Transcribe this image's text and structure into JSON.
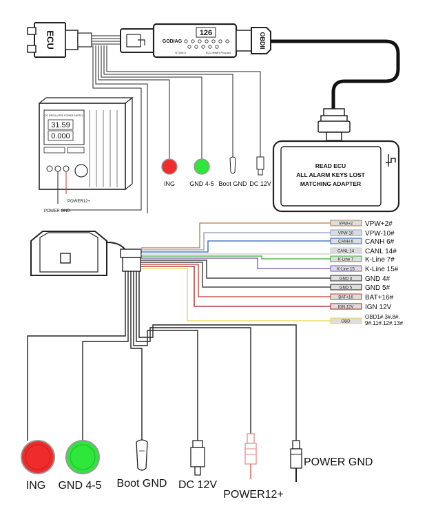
{
  "ecu": {
    "label": "ECU"
  },
  "adapter": {
    "brand": "GODIAG",
    "model": "GT105 II",
    "subtitle": "ECU IMMO Prog AD",
    "display": "126",
    "port_label": "OBDII"
  },
  "tablet": {
    "lines": [
      "READ ECU",
      "ALL ALARM KEYS LOST",
      "MATCHING ADAPTER"
    ]
  },
  "power_supply": {
    "title": "DC REGULATED POWER SUPPLY",
    "voltage": "31.59",
    "current": "0.000",
    "tag_power12": "POWER12+",
    "tag_power_gnd": "POWER GND"
  },
  "top_terminals": [
    {
      "label": "ING",
      "type": "red-light"
    },
    {
      "label": "GND 4-5",
      "type": "green-light"
    },
    {
      "label": "Boot GND",
      "type": "clip"
    },
    {
      "label": "DC 12V",
      "type": "dc-plug"
    }
  ],
  "wire_labels": [
    {
      "tag": "VPW+2",
      "label": "VPW+2#",
      "color": "#b07b4a"
    },
    {
      "tag": "VPW-10",
      "label": "VPW-10#",
      "color": "#8a9ab8"
    },
    {
      "tag": "CANH 6",
      "label": "CANH 6#",
      "color": "#2a62b8"
    },
    {
      "tag": "CANL 14",
      "label": "CANL 14#",
      "color": "#c8c8c8"
    },
    {
      "tag": "K-Line 7",
      "label": "K-Line 7#",
      "color": "#3aa63a"
    },
    {
      "tag": "K-Line 15",
      "label": "K-Line 15#",
      "color": "#7a4fb8"
    },
    {
      "tag": "GND 4",
      "label": "GND 4#",
      "color": "#222222"
    },
    {
      "tag": "GND 5",
      "label": "GND 5#",
      "color": "#222222"
    },
    {
      "tag": "BAT+16",
      "label": "BAT+16#",
      "color": "#c0392b"
    },
    {
      "tag": "IGN 12V",
      "label": "IGN 12V",
      "color": "#a01818"
    },
    {
      "tag": "OBD",
      "label": "OBD1#.3#.8#.",
      "label2": "9#.11#.12#.13#",
      "color": "#e8d44a"
    }
  ],
  "bottom_terminals": [
    {
      "label": "ING"
    },
    {
      "label": "GND 4-5"
    },
    {
      "label": "Boot GND"
    },
    {
      "label": "DC 12V"
    },
    {
      "label": "POWER12+"
    },
    {
      "label": "POWER GND"
    }
  ],
  "colors": {
    "red_light": "#ef2b2b",
    "green_light": "#2fe63a",
    "wire": "#222222"
  }
}
